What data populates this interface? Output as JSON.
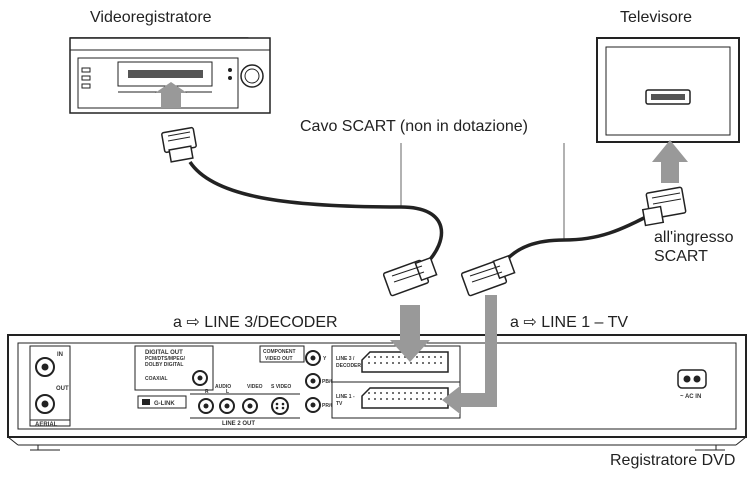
{
  "labels": {
    "vcr": "Videoregistratore",
    "tv": "Televisore",
    "cable": "Cavo SCART (non in dotazione)",
    "tv_input_line1": "all'ingresso",
    "tv_input_line2": "SCART",
    "line3": "a ⇨ LINE 3/DECODER",
    "line1": "a ⇨ LINE 1 – TV",
    "recorder": "Registratore DVD"
  },
  "panel": {
    "aerial": "AERIAL",
    "in": "IN",
    "out": "OUT",
    "digital_out": "DIGITAL OUT",
    "digital_sub": "PCM/DTS/MPEG/",
    "digital_sub2": "DOLBY DIGITAL",
    "coaxial": "COAXIAL",
    "glink": "G-LINK",
    "audio": "AUDIO",
    "video": "VIDEO",
    "svideo": "S VIDEO",
    "r": "R",
    "l": "L",
    "line2out": "LINE 2 OUT",
    "component1": "COMPONENT",
    "component2": "VIDEO OUT",
    "y": "Y",
    "pb": "PB/CB",
    "pr": "PR/CR",
    "line3_jack1": "LINE 3 /",
    "line3_jack2": "DECODER",
    "line1_jack1": "LINE 1 -",
    "line1_jack2": "TV",
    "acin": "~ AC IN"
  }
}
